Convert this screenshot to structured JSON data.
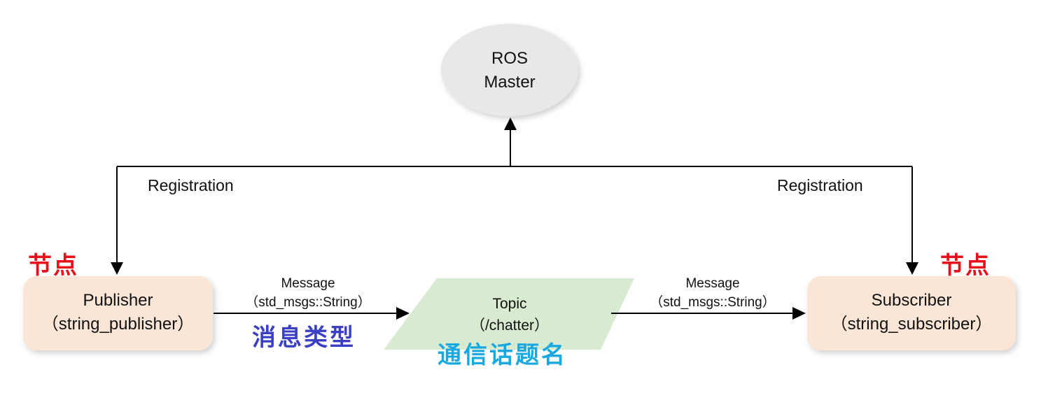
{
  "master": {
    "line1": "ROS",
    "line2": "Master"
  },
  "registration_left": "Registration",
  "registration_right": "Registration",
  "publisher": {
    "name": "Publisher",
    "node": "（string_publisher）",
    "tag": "节点"
  },
  "subscriber": {
    "name": "Subscriber",
    "node": "（string_subscriber）",
    "tag": "节点"
  },
  "message_left": {
    "label": "Message",
    "type": "（std_msgs::String）"
  },
  "message_right": {
    "label": "Message",
    "type": "（std_msgs::String）"
  },
  "message_type_caption": "消息类型",
  "topic": {
    "label": "Topic",
    "name": "（/chatter）",
    "caption": "通信话题名"
  },
  "colors": {
    "master_fill": "#e6e8ea",
    "node_fill": "#fae5d6",
    "topic_fill": "#d8ead0",
    "red_caption": "#e8101b",
    "blue_caption": "#3a3fc4",
    "cyan_caption": "#1aa8e0"
  }
}
